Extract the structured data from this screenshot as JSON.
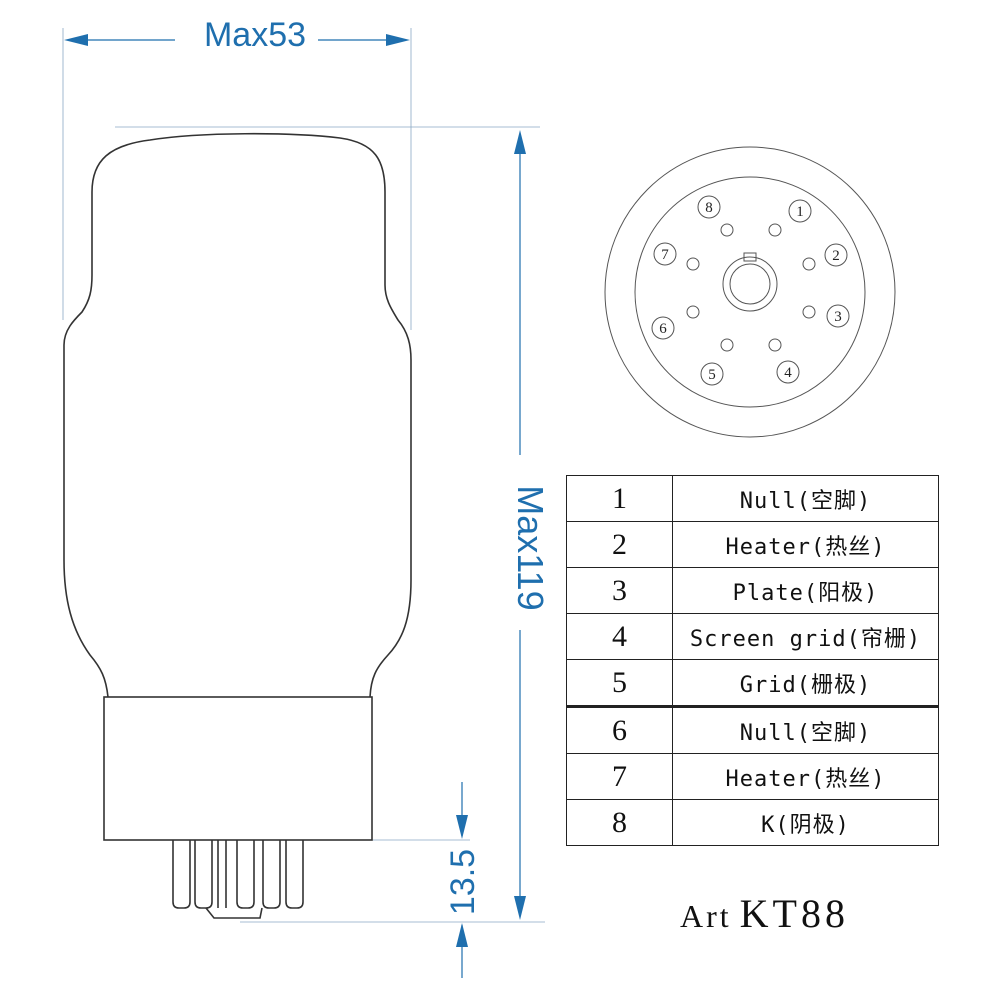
{
  "dimensions": {
    "width_label": "Max53",
    "height_label": "Max119",
    "pin_length_label": "13.5"
  },
  "socket": {
    "pin_numbers": [
      "1",
      "2",
      "3",
      "4",
      "5",
      "6",
      "7",
      "8"
    ]
  },
  "pin_table": {
    "rows": [
      {
        "pin": "1",
        "function": "Null(空脚)"
      },
      {
        "pin": "2",
        "function": "Heater(热丝)"
      },
      {
        "pin": "3",
        "function": "Plate(阳极)"
      },
      {
        "pin": "4",
        "function": "Screen grid(帘栅)"
      },
      {
        "pin": "5",
        "function": "Grid(栅极)"
      },
      {
        "pin": "6",
        "function": "Null(空脚)"
      },
      {
        "pin": "7",
        "function": "Heater(热丝)"
      },
      {
        "pin": "8",
        "function": "K(阴极)"
      }
    ]
  },
  "model": {
    "prefix": "Art",
    "name": "KT88"
  },
  "colors": {
    "dimension": "#1f6fae",
    "outline": "#333333"
  }
}
